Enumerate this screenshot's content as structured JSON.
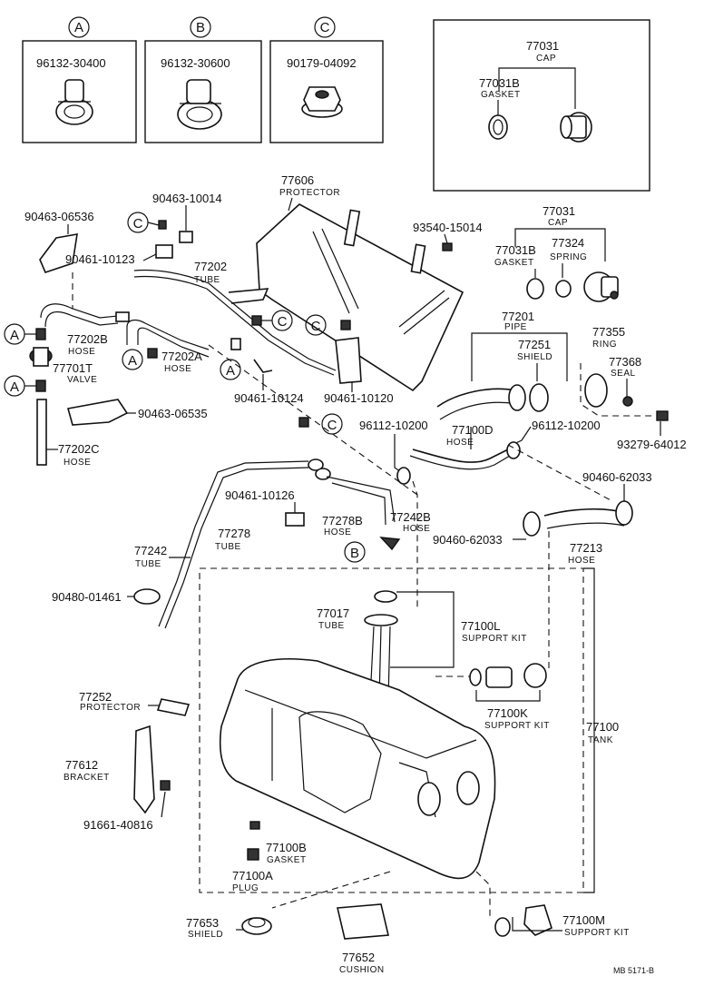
{
  "inset_boxes": {
    "a": {
      "letter": "A",
      "part": "96132-30400"
    },
    "b": {
      "letter": "B",
      "part": "96132-30600"
    },
    "c": {
      "letter": "C",
      "part": "90179-04092"
    },
    "cap": {
      "cap_no": "77031",
      "cap_name": "CAP",
      "gasket_no": "77031B",
      "gasket_name": "GASKET"
    }
  },
  "labels": {
    "p77606": "77606",
    "protector": "PROTECTOR",
    "p90463_10014": "90463-10014",
    "p90463_06536": "90463-06536",
    "p90461_10123": "90461-10123",
    "p77202": "77202",
    "tube": "TUBE",
    "p93540": "93540-15014",
    "p77031": "77031",
    "cap": "CAP",
    "p77031b": "77031B",
    "gasket": "GASKET",
    "p77324": "77324",
    "spring": "SPRING",
    "p77202b": "77202B",
    "hose": "HOSE",
    "p77701t": "77701T",
    "valve": "VALVE",
    "p77202a": "77202A",
    "p77201": "77201",
    "pipe": "PIPE",
    "p77251": "77251",
    "shield": "SHIELD",
    "p77355": "77355",
    "ring": "RING",
    "p77368": "77368",
    "seal": "SEAL",
    "p90461_10124": "90461-10124",
    "p90461_10120": "90461-10120",
    "p90463_06535": "90463-06535",
    "p96112_a": "96112-10200",
    "p96112_b": "96112-10200",
    "p77100d": "77100D",
    "p93279": "93279-64012",
    "p77202c": "77202C",
    "p90460_a": "90460-62033",
    "p90460_b": "90460-62033",
    "p90461_10126": "90461-10126",
    "p77278b": "77278B",
    "p77242b": "77242B",
    "p77242": "77242",
    "p77278": "77278",
    "p77213": "77213",
    "p90480": "90480-01461",
    "p77017": "77017",
    "p77100l": "77100L",
    "support_kit": "SUPPORT KIT",
    "p77252": "77252",
    "p77100k": "77100K",
    "p77100": "77100",
    "tank": "TANK",
    "p77612": "77612",
    "bracket": "BRACKET",
    "p91661": "91661-40816",
    "p77100b": "77100B",
    "p77100a": "77100A",
    "plug": "PLUG",
    "p77653": "77653",
    "p77652": "77652",
    "cushion": "CUSHION",
    "p77100m": "77100M",
    "ref": "MB 5171-B"
  },
  "callouts": {
    "a": "A",
    "b": "B",
    "c": "C"
  }
}
